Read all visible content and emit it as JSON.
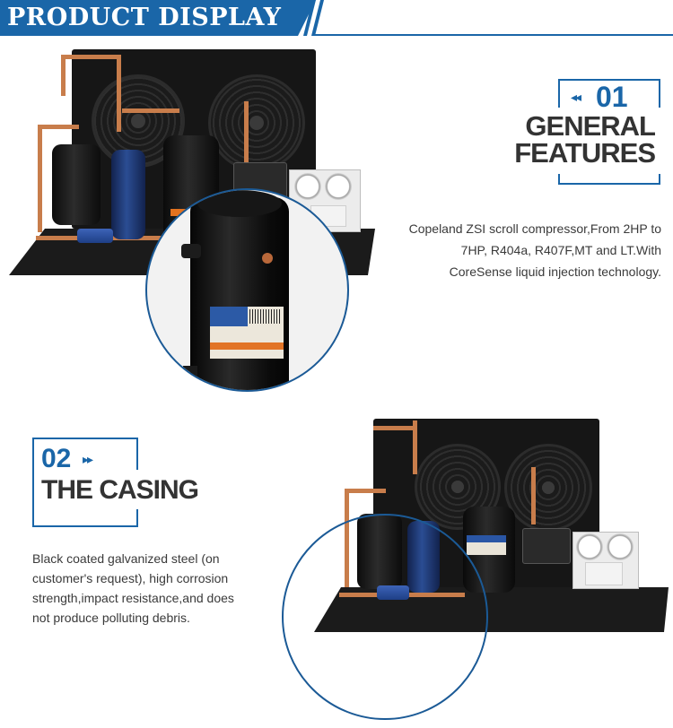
{
  "header": {
    "title": "PRODUCT DISPLAY"
  },
  "section1": {
    "number": "01",
    "arrows": "◂◂",
    "title_line1": "GENERAL",
    "title_line2": "FEATURES",
    "description_line1": "Copeland ZSI scroll compressor,From 2HP to",
    "description_line2": "7HP, R404a, R407F,MT and LT.With",
    "description_line3": "CoreSense liquid injection technology."
  },
  "section2": {
    "number": "02",
    "arrows": "▸▸",
    "title": "THE CASING",
    "description_line1": "Black coated galvanized steel (on",
    "description_line2": "customer's request), high corrosion",
    "description_line3": "strength,impact resistance,and does",
    "description_line4": "not produce polluting debris."
  },
  "colors": {
    "accent": "#1a66a8",
    "heading_text": "#333333",
    "body_text": "#3a3a3a",
    "copper": "#c87d4b"
  },
  "icons": {
    "section1_arrows": "double-left-arrow-icon",
    "section2_arrows": "double-right-arrow-icon"
  }
}
